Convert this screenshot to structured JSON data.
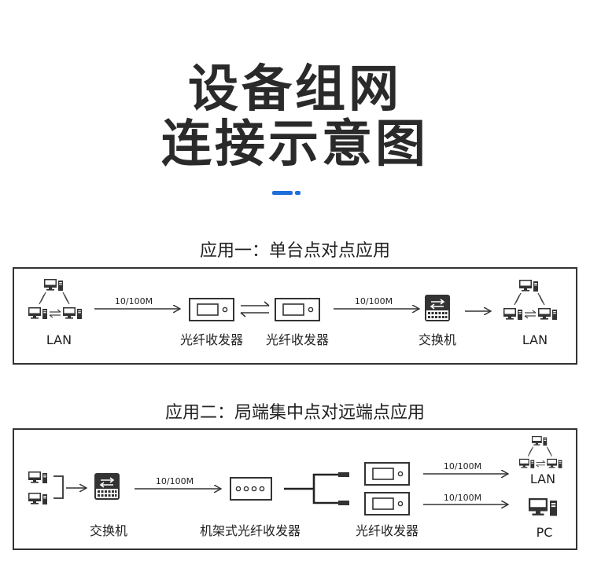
{
  "title": {
    "line1": "设备组网",
    "line2": "连接示意图"
  },
  "colors": {
    "accent": "#1e6fd9",
    "line": "#333333"
  },
  "app1": {
    "heading": "应用一：单台点对点应用",
    "lan_left": "LAN",
    "speed_1": "10/100M",
    "transceiver_a": "光纤收发器",
    "transceiver_b": "光纤收发器",
    "speed_2": "10/100M",
    "switch": "交换机",
    "lan_right": "LAN"
  },
  "app2": {
    "heading": "应用二：局端集中点对远端点应用",
    "switch": "交换机",
    "speed_1": "10/100M",
    "rack_transceiver": "机架式光纤收发器",
    "transceiver": "光纤收发器",
    "speed_top": "10/100M",
    "speed_bottom": "10/100M",
    "lan": "LAN",
    "pc": "PC"
  }
}
